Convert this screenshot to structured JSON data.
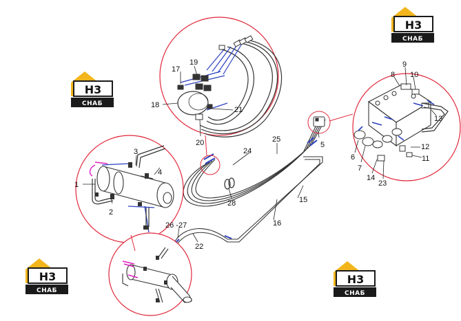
{
  "diagram": {
    "part_labels": [
      "1",
      "2",
      "3",
      "4",
      "5",
      "6",
      "7",
      "8",
      "9",
      "10",
      "11",
      "12",
      "13",
      "14",
      "15",
      "16",
      "17",
      "18",
      "19",
      "20",
      "21",
      "22",
      "23",
      "24",
      "25",
      "26 -27",
      "28"
    ],
    "colors": {
      "callout_circle": "#e0283a",
      "leader_line": "#222222",
      "blue_lines": "#2a3fbf",
      "hose": "#333333",
      "logo_yellow": "#f2b51c",
      "logo_dark": "#1a1a1a",
      "magenta": "#e020c0"
    }
  },
  "watermark": {
    "brand_mark": "H3",
    "brand_text": "CHAБ"
  }
}
